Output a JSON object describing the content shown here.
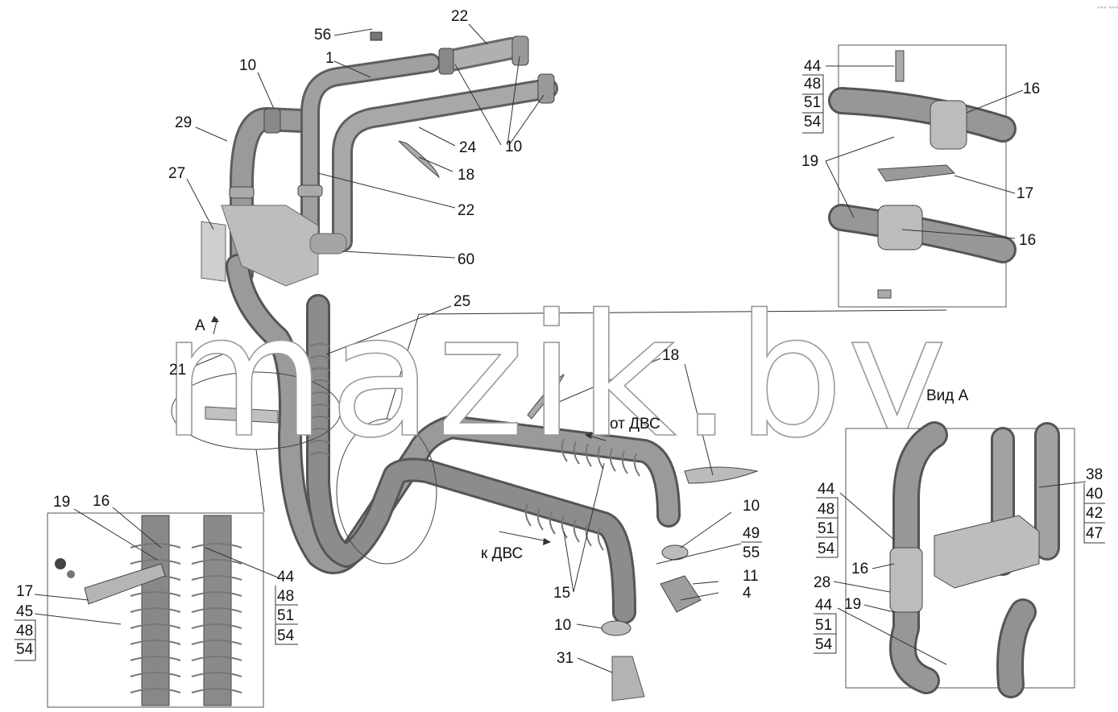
{
  "watermark": "mazik.by",
  "view_label": "Вид А",
  "arrow_label_a": "А",
  "flow_from_engine": "от ДВС",
  "flow_to_engine": "к ДВС",
  "corner_mark": "°°° °°°",
  "colors": {
    "tube": "#8f8f8f",
    "tube_dark": "#5e5e5e",
    "tube_light": "#bdbdbd",
    "line": "#333333"
  },
  "callouts": {
    "c56": "56",
    "c22a": "22",
    "c1": "1",
    "c10a": "10",
    "c29": "29",
    "c24": "24",
    "c10b": "10",
    "c18a": "18",
    "c27": "27",
    "c22b": "22",
    "c60": "60",
    "c25": "25",
    "c21": "21",
    "c18b": "18",
    "c10c": "10",
    "c49": "49",
    "c55": "55",
    "c11": "11",
    "c4": "4",
    "c15": "15",
    "c10d": "10",
    "c31": "31"
  },
  "inset_top": {
    "c44": "44",
    "c48": "48",
    "c51": "51",
    "c54": "54",
    "c16a": "16",
    "c19": "19",
    "c17": "17",
    "c16b": "16"
  },
  "inset_left": {
    "c19": "19",
    "c16": "16",
    "c17": "17",
    "c45": "45",
    "c48a": "48",
    "c54a": "54",
    "c44": "44",
    "c48b": "48",
    "c51": "51",
    "c54b": "54"
  },
  "inset_right": {
    "c44a": "44",
    "c48": "48",
    "c51a": "51",
    "c54a": "54",
    "c16": "16",
    "c28": "28",
    "c19": "19",
    "c44b": "44",
    "c51b": "51",
    "c54b": "54",
    "c38": "38",
    "c40": "40",
    "c42": "42",
    "c47": "47"
  }
}
